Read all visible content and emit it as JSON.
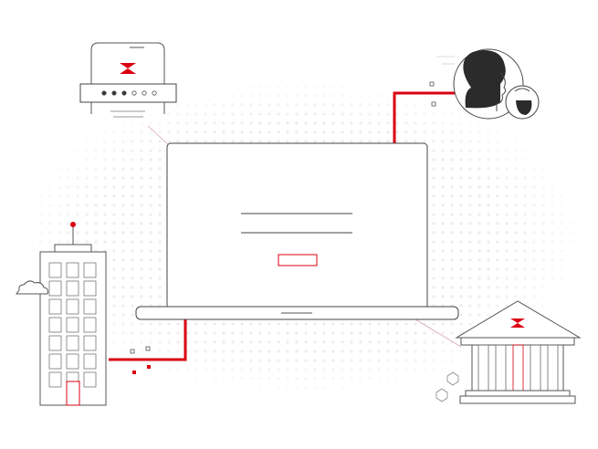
{
  "colors": {
    "accent": "#db0011",
    "line": "#4a4a4a",
    "light_line": "#9a9a9a",
    "dots": "#e6e6e6",
    "hair": "#2b2b2b"
  },
  "phone": {
    "pin_total": 6,
    "pin_filled": 3
  },
  "laptop": {
    "form_fields": 2,
    "button_label": ""
  },
  "icons": [
    "hsbc-hexagon-logo-icon",
    "phone-icon",
    "laptop-icon",
    "office-building-icon",
    "bank-building-icon",
    "user-faces-icon",
    "cloud-icon"
  ]
}
